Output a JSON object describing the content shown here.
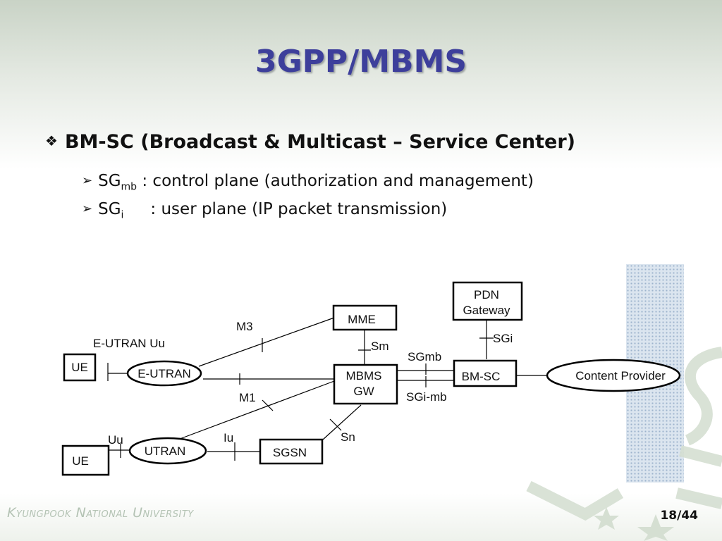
{
  "slide": {
    "title": "3GPP/MBMS",
    "bullet": "BM-SC (Broadcast & Multicast – Service Center)",
    "sub1": {
      "main": "SG",
      "sub": "mb",
      "rest": " : control plane (authorization and management)"
    },
    "sub2": {
      "main": "SG",
      "sub": "i",
      "rest": ": user plane (IP packet transmission)"
    },
    "footer": "Kyungpook National University",
    "page": "18/44"
  },
  "diagram": {
    "nodes": {
      "ue_top": "UE",
      "ue_bottom": "UE",
      "eutran": "E-UTRAN",
      "utran": "UTRAN",
      "mme": "MME",
      "mbms_gw_line1": "MBMS",
      "mbms_gw_line2": "GW",
      "sgsn": "SGSN",
      "bmsc": "BM-SC",
      "pdn_line1": "PDN",
      "pdn_line2": "Gateway",
      "content_provider": "Content Provider"
    },
    "interfaces": {
      "eutran_uu": "E-UTRAN Uu",
      "m3": "M3",
      "m1": "M1",
      "sm": "Sm",
      "sgmb": "SGmb",
      "sgi_mb": "SGi-mb",
      "sgi": "SGi",
      "uu": "Uu",
      "iu": "Iu",
      "sn": "Sn"
    }
  }
}
